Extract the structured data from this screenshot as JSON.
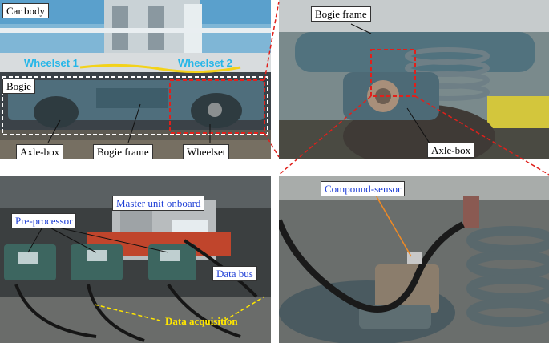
{
  "labels": {
    "car_body": "Car body",
    "wheelset_1": "Wheelset 1",
    "wheelset_2": "Wheelset 2",
    "bogie": "Bogie",
    "axle_box_tl": "Axle-box",
    "bogie_frame_tl": "Bogie frame",
    "wheelset": "Wheelset",
    "bogie_frame_tr": "Bogie frame",
    "axle_box_tr": "Axle-box",
    "pre_processor": "Pre-processor",
    "master_unit": "Master unit onboard",
    "data_bus": "Data bus",
    "data_acquisition": "Data acquisition",
    "compound_sensor": "Compound-sensor"
  },
  "colors": {
    "callout_dashed": "#e0201b",
    "cyan_label": "#25b6e8",
    "blue_label": "#1f3fd6",
    "yellow_label": "#ffe600",
    "pointer_orange": "#f08a24"
  }
}
